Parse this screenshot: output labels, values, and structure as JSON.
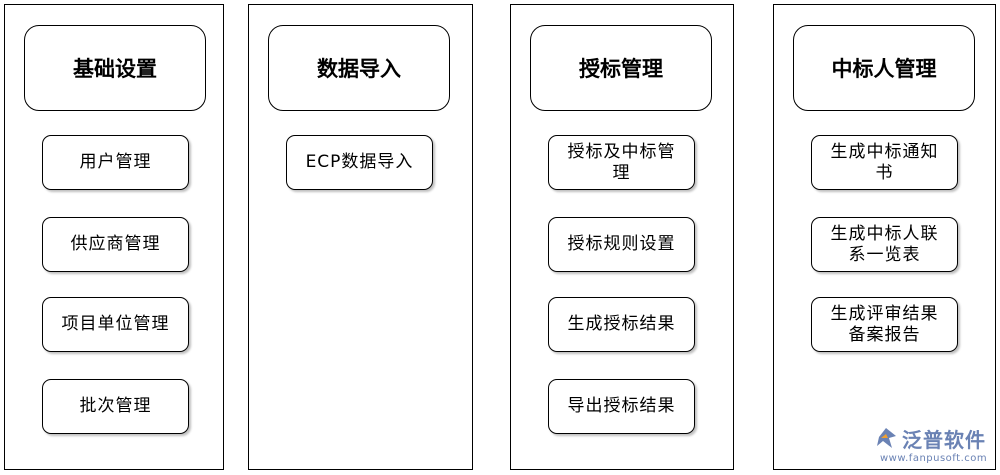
{
  "columns": [
    {
      "title": "基础设置",
      "items": [
        "用户管理",
        "供应商管理",
        "项目单位管理",
        "批次管理"
      ]
    },
    {
      "title": "数据导入",
      "items": [
        "ECP数据导入"
      ]
    },
    {
      "title": "授标管理",
      "items": [
        "授标及中标管理",
        "授标规则设置",
        "生成授标结果",
        "导出授标结果"
      ]
    },
    {
      "title": "中标人管理",
      "items": [
        "生成中标通知书",
        "生成中标人联系一览表",
        "生成评审结果备案报告"
      ]
    }
  ],
  "watermark": {
    "name": "泛普软件",
    "url": "www.fanpusoft.com",
    "logo_color": "#6a82b4"
  }
}
